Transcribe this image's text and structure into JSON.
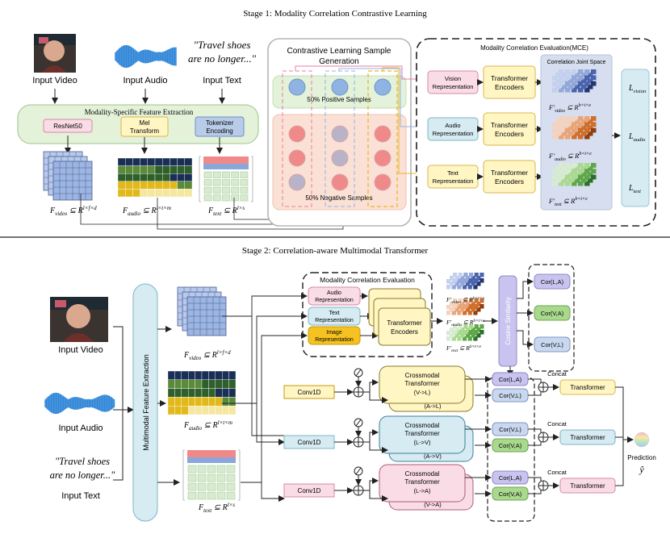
{
  "stage1": {
    "title": "Stage 1: Modality Correlation Contrastive Learning",
    "inputs": {
      "video": "Input Video",
      "audio": "Input Audio",
      "text": "Input Text",
      "quote_line1": "\"Travel shoes",
      "quote_line2": "are no longer...\""
    },
    "extraction": {
      "title": "Modality-Specific Feature Extraction",
      "resnet": "ResNet50",
      "mel_line1": "Mel",
      "mel_line2": "Transform",
      "tok_line1": "Tokenizer",
      "tok_line2": "Encoding"
    },
    "features": {
      "video": "F",
      "video_sub": "video",
      "video_dim": "⊆ R",
      "video_sup": "l×f×d",
      "audio": "F",
      "audio_sub": "audio",
      "audio_dim": "⊆ R",
      "audio_sup": "l×t×m",
      "text": "F",
      "text_sub": "text",
      "text_dim": "⊆ R",
      "text_sup": "l×s"
    },
    "sample_gen": {
      "title_line1": "Contrastive Learning Sample",
      "title_line2": "Generation",
      "positive": "50% Positive Samples",
      "negative": "50% Negative Samples"
    },
    "mce": {
      "title": "Modality Correlation Evaluation(MCE)",
      "vision_rep_line1": "Vision",
      "vision_rep_line2": "Representation",
      "audio_rep_line1": "Audio",
      "audio_rep_line2": "Representation",
      "text_rep_line1": "Text",
      "text_rep_line2": "Representation",
      "encoder_line1": "Transformer",
      "encoder_line2": "Encoders",
      "joint_space": "Correlation Joint Space",
      "fv": "F′",
      "fv_sub": "video",
      "fa": "F′",
      "fa_sub": "audio",
      "ft": "F′",
      "ft_sub": "text",
      "dim": "⊆ R",
      "dim_sup": "b×t×e",
      "l_vision": "L",
      "l_vision_sub": "vision",
      "l_audio": "L",
      "l_audio_sub": "audio",
      "l_text": "L",
      "l_text_sub": "text"
    }
  },
  "stage2": {
    "title": "Stage 2: Correlation-aware Multimodal Transformer",
    "inputs": {
      "video": "Input Video",
      "audio": "Input Audio",
      "text": "Input Text",
      "quote_line1": "\"Travel shoes",
      "quote_line2": "are no longer...\""
    },
    "extraction": "Multimodal Feature Extraction",
    "mce": {
      "title": "Modality Correlation Evaluation",
      "audio_line1": "Audio",
      "audio_line2": "Representation",
      "text_line1": "Text",
      "text_line2": "Representation",
      "image_line1": "Image",
      "image_line2": "Representation",
      "enc_line1": "Transformer",
      "enc_line2": "Encoders",
      "cosine": "Cosine Similarity"
    },
    "conv": "Conv1D",
    "cross": {
      "title_line1": "Crossmodal",
      "title_line2": "Transformer",
      "vl": "(V->L)",
      "al": "(A->L)",
      "lv": "(L->V)",
      "av": "(A->V)",
      "la": "(L->A)",
      "va": "(V->A)"
    },
    "cor": {
      "la": "Cor(L,A)",
      "va": "Cor(V,A)",
      "vl": "Cor(V,L)"
    },
    "concat": "Concat",
    "transformer": "Transformer",
    "prediction": "Prediction",
    "yhat": "ŷ"
  },
  "colors": {
    "green": "#e3f2d9",
    "pink": "#fadce6",
    "yellow": "#fff6c4",
    "blue": "#d6ebf2",
    "purple": "#c9c3ef",
    "cor_green": "#a9d98e",
    "gray_blue": "#c9d8ef"
  }
}
